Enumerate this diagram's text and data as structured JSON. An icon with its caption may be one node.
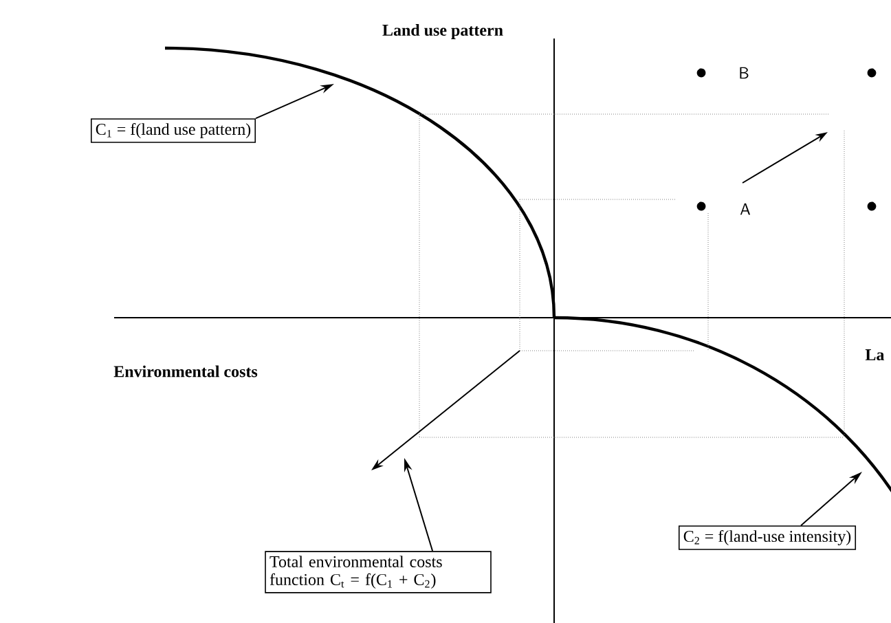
{
  "diagram": {
    "nodes": [
      {
        "text": [
          "C$_{1}$ = f(land use pattern)"
        ]
      },
      {
        "text": [
          "Total environmental costs function  C$_{t}$ = f(C$_{1}$ + C$_{2}$)"
        ]
      },
      {
        "text": [
          "C$_{2}$ = f(land-use intensity)"
        ]
      }
    ],
    "edges": [
      {
        "from": 0,
        "to": null,
        "arrow": "to"
      },
      {
        "from": 1,
        "to": null,
        "arrow": "to"
      },
      {
        "from": 2,
        "to": null,
        "arrow": "to"
      }
    ],
    "labels": [
      "Land use pattern",
      "B",
      "A",
      "La",
      "Environmental costs"
    ]
  }
}
